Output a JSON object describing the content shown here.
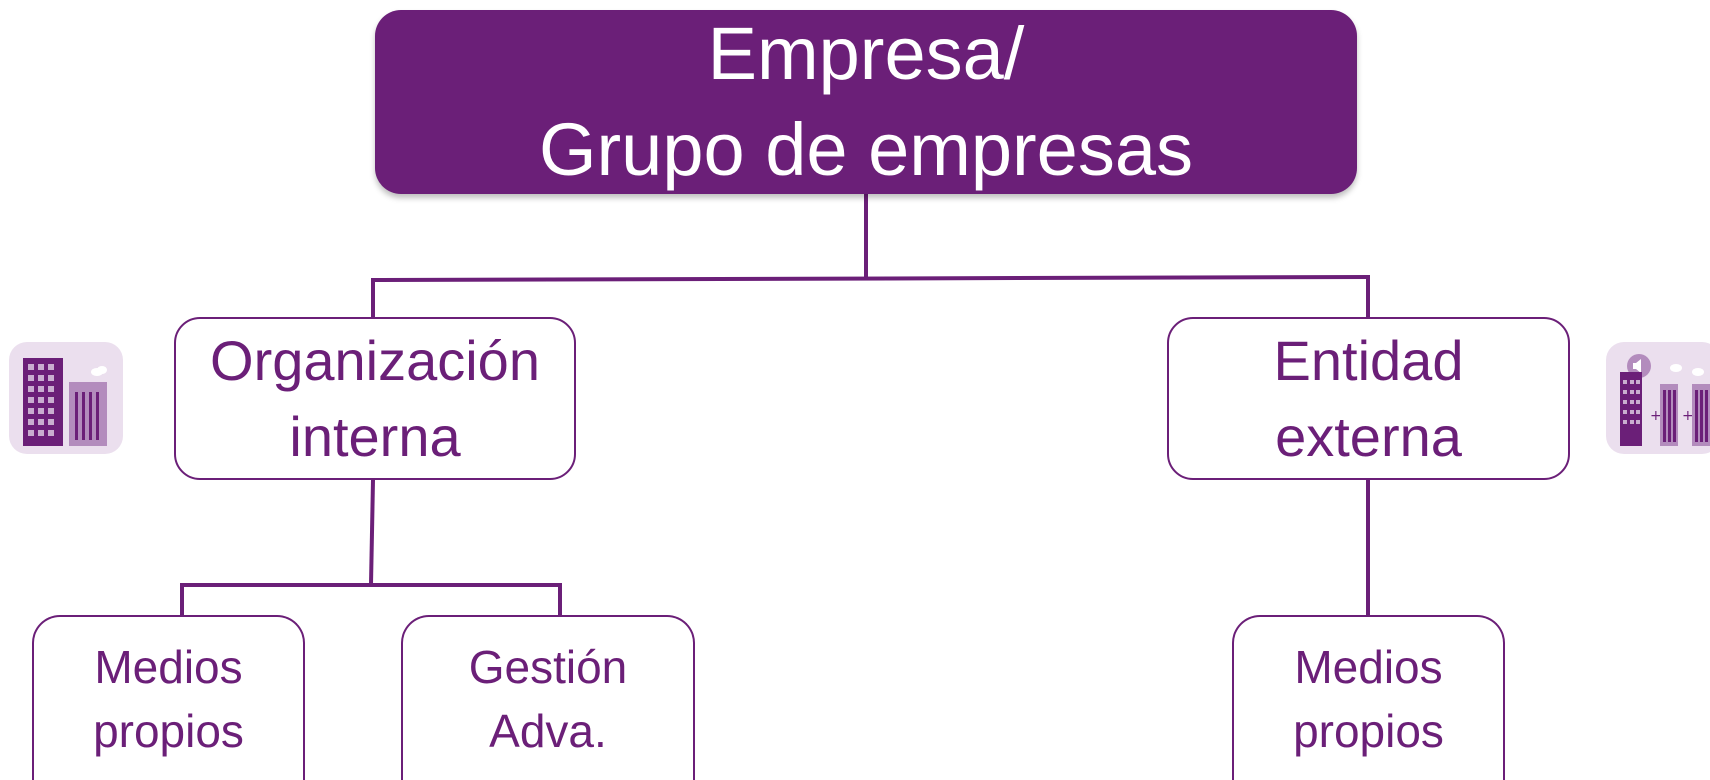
{
  "diagram": {
    "root": {
      "line1": "Empresa/",
      "line2": "Grupo de empresas"
    },
    "left_branch": {
      "node": {
        "line1": "Organización",
        "line2": "interna"
      },
      "icon": "office-buildings-icon",
      "children": [
        {
          "line1": "Medios",
          "line2": "propios"
        },
        {
          "line1": "Gestión",
          "line2": "Adva."
        }
      ]
    },
    "right_branch": {
      "node": {
        "line1": "Entidad",
        "line2": "externa"
      },
      "icon": "external-buildings-announcement-icon",
      "children": [
        {
          "line1": "Medios",
          "line2": "propios"
        }
      ]
    }
  },
  "colors": {
    "primary": "#6b1f78",
    "icon_background": "#ebdfee",
    "text_on_primary": "#ffffff"
  }
}
